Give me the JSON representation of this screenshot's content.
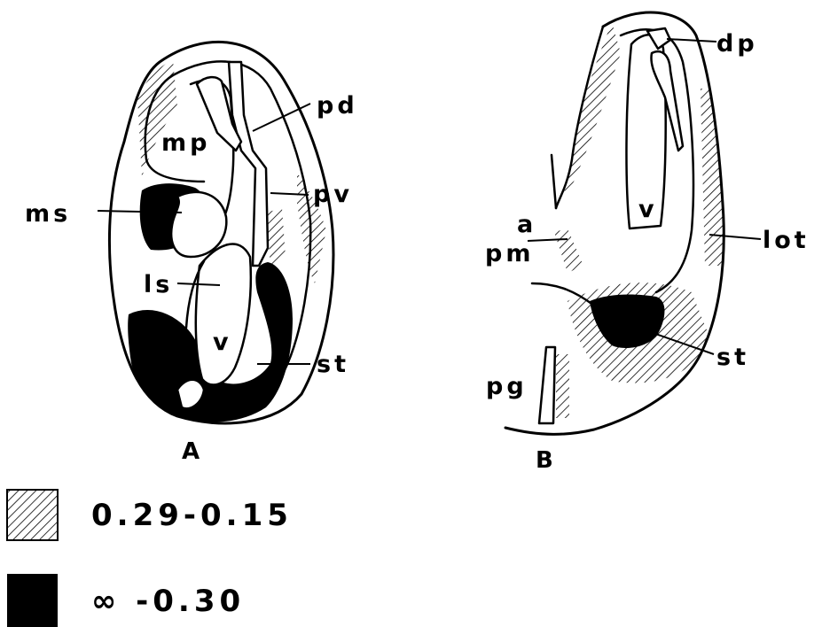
{
  "panels": {
    "a": {
      "panel_label": "A",
      "labels": {
        "pd": "pd",
        "mp": "mp",
        "pv": "pv",
        "ms": "ms",
        "ls": "ls",
        "v": "v",
        "st": "st"
      }
    },
    "b": {
      "panel_label": "B",
      "labels": {
        "dp": "dp",
        "v": "v",
        "a": "a",
        "pm": "pm",
        "lot": "lot",
        "st": "st",
        "pg": "pg"
      }
    }
  },
  "legend": {
    "items": [
      {
        "pattern": "hatched",
        "range": "0.29-0.15"
      },
      {
        "pattern": "solid-black",
        "range": "∞ -0.30"
      }
    ]
  }
}
